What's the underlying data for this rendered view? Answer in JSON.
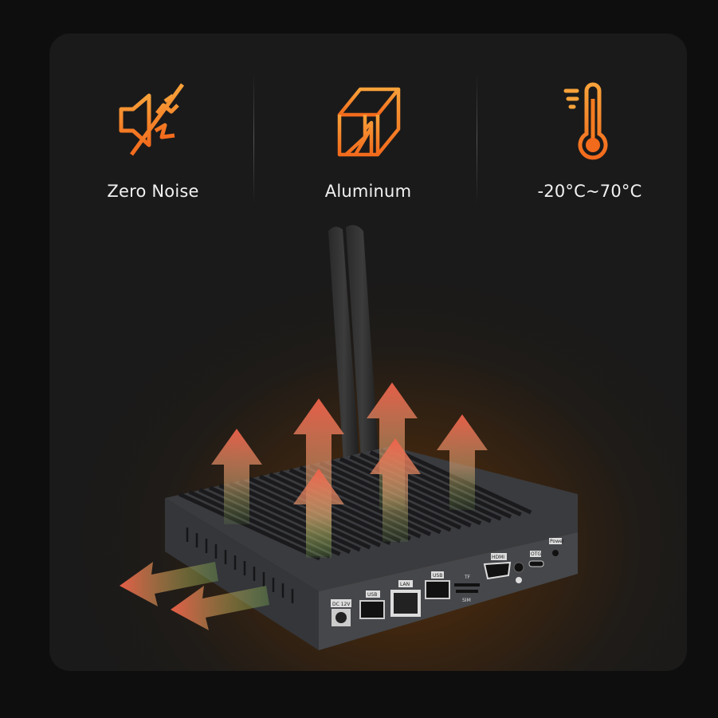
{
  "features": [
    {
      "label": "Zero Noise",
      "icon": "muted-speaker-icon"
    },
    {
      "label": "Aluminum",
      "icon": "aluminum-profile-icon"
    },
    {
      "label": "-20°C~70°C",
      "icon": "thermometer-icon"
    }
  ],
  "device": {
    "ports": {
      "dc": "DC 12V",
      "usb1": "USB",
      "lan": "LAN",
      "usb2": "USB",
      "tf": "TF",
      "sim": "SIM",
      "hdmi": "HDMI",
      "otg": "OTG",
      "power": "Power"
    }
  },
  "colors": {
    "accent": "#f47a20",
    "background": "#1a1a1a",
    "arrow_top": "#f0614a",
    "arrow_bottom": "#8fc85a"
  }
}
